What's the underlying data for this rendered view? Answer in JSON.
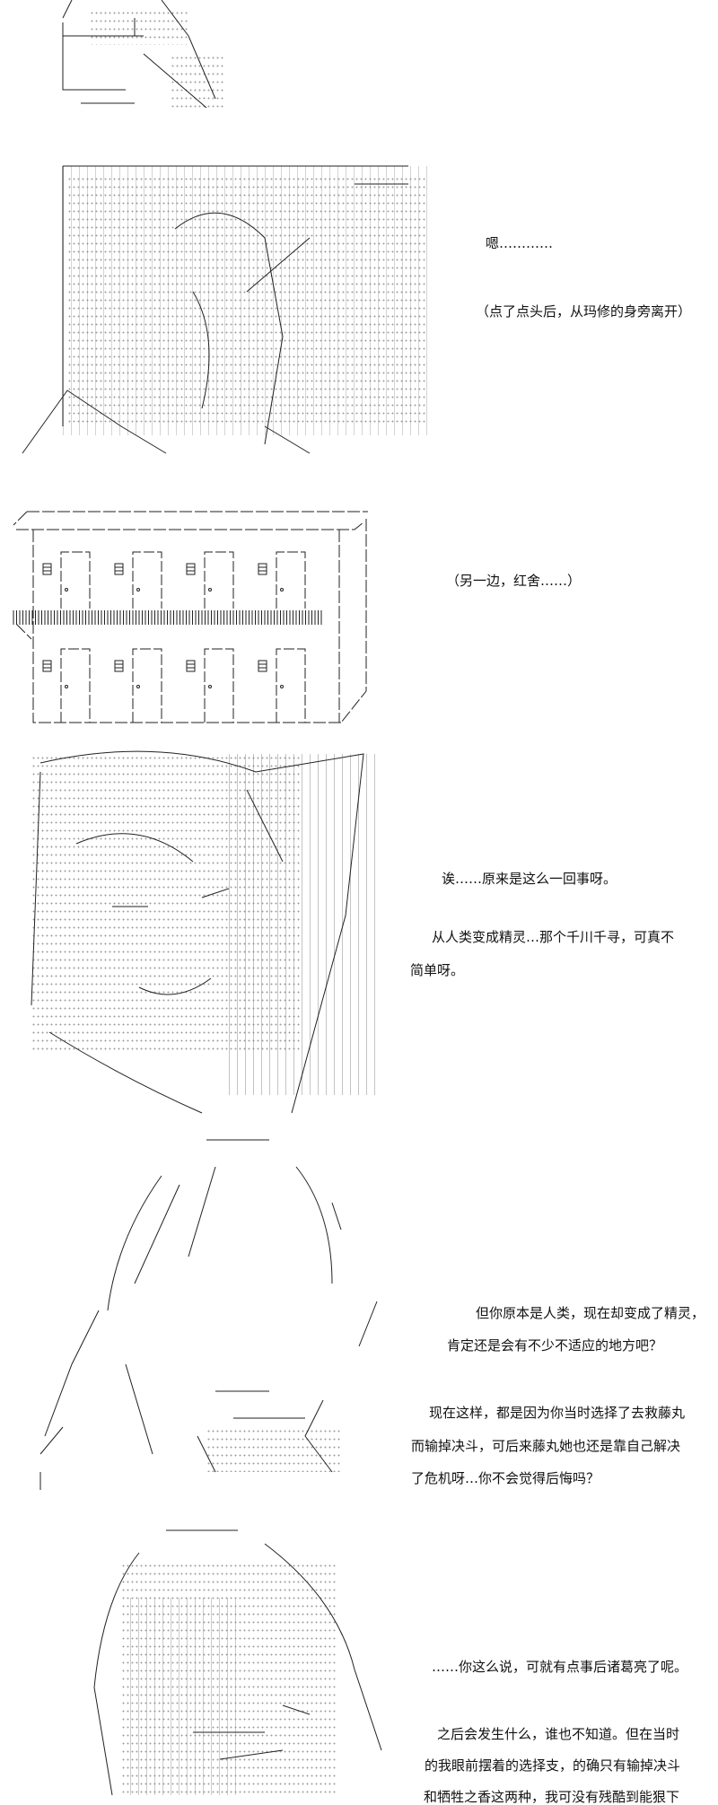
{
  "panels": [
    {
      "lines": []
    },
    {
      "lines": [
        "嗯…………",
        "（点了点头后，从玛修的身旁离开）"
      ]
    },
    {
      "lines": [
        "（另一边，红舍……）"
      ]
    },
    {
      "lines": [
        "诶……原来是这么一回事呀。",
        "从人类变成精灵…那个千川千寻，可真不",
        "简单呀。"
      ]
    },
    {
      "lines": [
        "但你原本是人类，现在却变成了精灵，",
        "肯定还是会有不少不适应的地方吧？",
        "现在这样，都是因为你当时选择了去救藤丸",
        "而输掉决斗，可后来藤丸她也还是靠自己解决",
        "了危机呀…你不会觉得后悔吗？"
      ]
    },
    {
      "lines": [
        "……你这么说，可就有点事后诸葛亮了呢。",
        "之后会发生什么，谁也不知道。但在当时",
        "的我眼前摆着的选择支，的确只有输掉决斗",
        "和牺牲之香这两种，我可没有残酷到能狠下"
      ]
    }
  ]
}
